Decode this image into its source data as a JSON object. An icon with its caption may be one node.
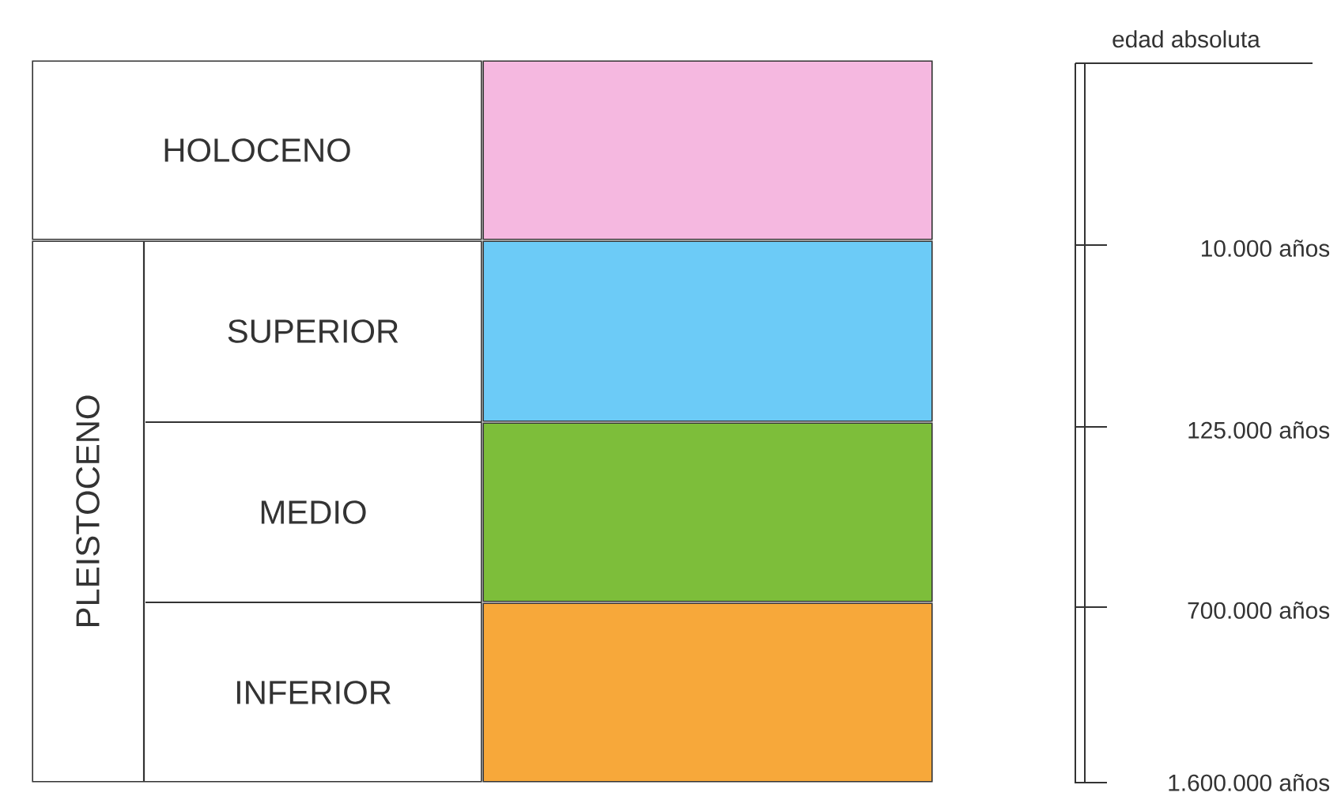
{
  "diagram": {
    "nodes": [
      {
        "text": [
          "HOLOCENO"
        ]
      },
      {
        "text": [
          "PLEISTOCENO"
        ]
      },
      {
        "text": [
          "SUPERIOR"
        ],
        "in": 1
      },
      {
        "text": [
          "MEDIO"
        ],
        "in": 1
      },
      {
        "text": [
          "INFERIOR"
        ],
        "in": 1
      },
      {
        "text": [],
        "shape": "box"
      },
      {
        "text": [],
        "shape": "box"
      },
      {
        "text": [],
        "shape": "box"
      },
      {
        "text": [],
        "shape": "box"
      }
    ],
    "labels": [
      "edad absoluta",
      "10.000 años",
      "125.000 años",
      "700.000 años",
      "1.600.000 años"
    ]
  }
}
